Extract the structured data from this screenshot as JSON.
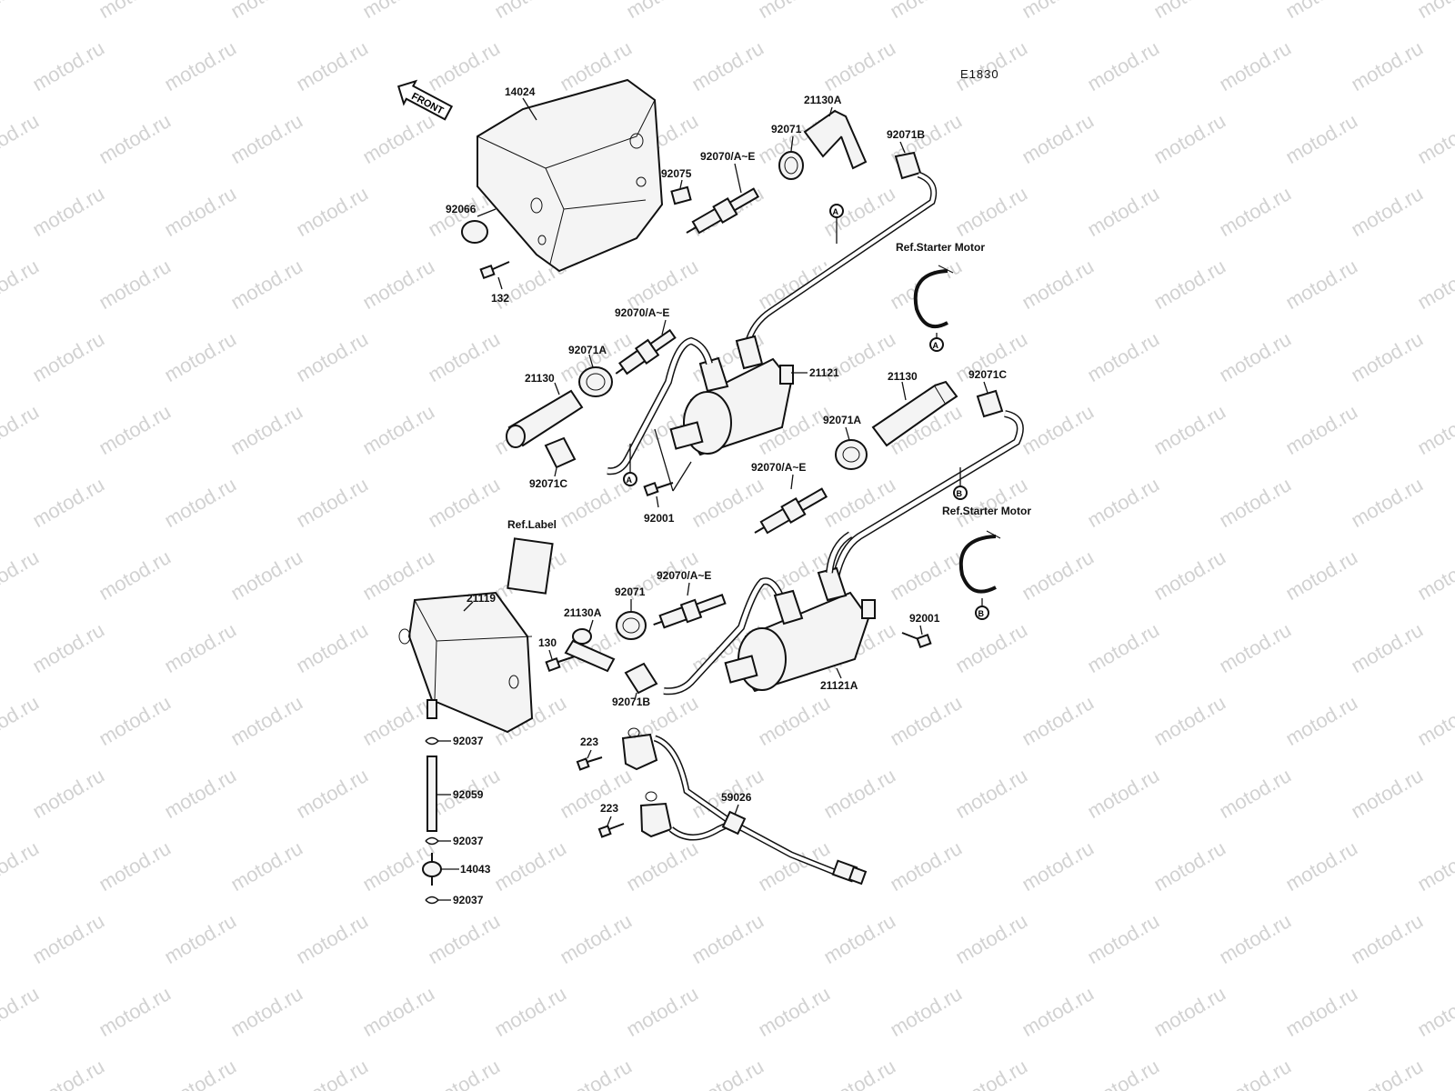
{
  "diagram_code": "E1830",
  "front_label": "FRONT",
  "ref_starter_motor": "Ref.Starter Motor",
  "ref_label": "Ref.Label",
  "watermark_text": "motod.ru",
  "circle_a": "A",
  "circle_b": "B",
  "parts": {
    "p14024": "14024",
    "p92066": "92066",
    "p132": "132",
    "p92075": "92075",
    "p92070_top": "92070/A~E",
    "p92071_top": "92071",
    "p21130A_top": "21130A",
    "p92071B_top": "92071B",
    "p92070_mid": "92070/A~E",
    "p92071A_mid": "92071A",
    "p21130_mid": "21130",
    "p92071C_mid": "92071C",
    "p21121": "21121",
    "p92001_mid": "92001",
    "p21130_right": "21130",
    "p92071C_right": "92071C",
    "p92071A_right": "92071A",
    "p92070_right": "92070/A~E",
    "p21119": "21119",
    "p130": "130",
    "p21130A_low": "21130A",
    "p92071_low": "92071",
    "p92070_low": "92070/A~E",
    "p92071B_low": "92071B",
    "p21121A": "21121A",
    "p92001_low": "92001",
    "p92037_a": "92037",
    "p92059": "92059",
    "p92037_b": "92037",
    "p14043": "14043",
    "p92037_c": "92037",
    "p223_a": "223",
    "p223_b": "223",
    "p59026": "59026"
  },
  "colors": {
    "line": "#111111",
    "watermark": "#d2d2d2",
    "background": "#ffffff"
  }
}
